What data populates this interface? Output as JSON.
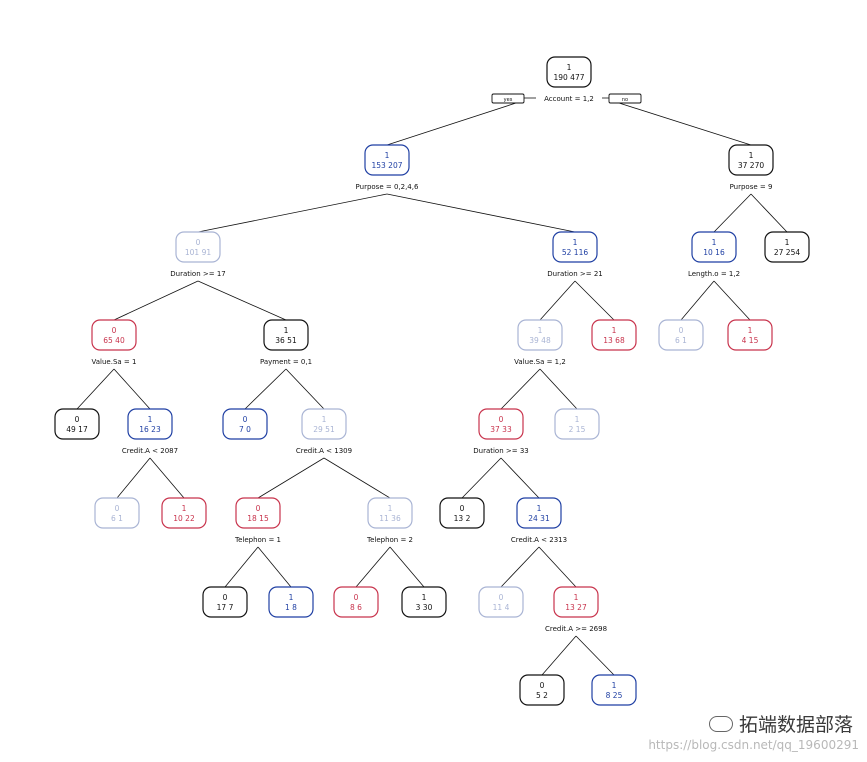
{
  "colors": {
    "black": "#111111",
    "blue": "#1f3fa3",
    "light": "#a9b4d4",
    "red": "#c8334c"
  },
  "tree": {
    "root_tags": {
      "yes": "yes",
      "no": "no"
    },
    "nodes": [
      {
        "id": "n1",
        "cls": "1",
        "counts": "190 477",
        "color": "black",
        "split": "Account = 1,2"
      },
      {
        "id": "n2",
        "cls": "1",
        "counts": "153 207",
        "color": "blue",
        "split": "Purpose = 0,2,4,6"
      },
      {
        "id": "n3",
        "cls": "1",
        "counts": "37 270",
        "color": "black",
        "split": "Purpose = 9"
      },
      {
        "id": "n4",
        "cls": "0",
        "counts": "101 91",
        "color": "light",
        "split": "Duration >= 17"
      },
      {
        "id": "n5",
        "cls": "1",
        "counts": "52 116",
        "color": "blue",
        "split": "Duration >= 21"
      },
      {
        "id": "n6",
        "cls": "1",
        "counts": "10 16",
        "color": "blue",
        "split": "Length.o = 1,2"
      },
      {
        "id": "n7",
        "cls": "1",
        "counts": "27 254",
        "color": "black",
        "split": ""
      },
      {
        "id": "n8",
        "cls": "0",
        "counts": "65 40",
        "color": "red",
        "split": "Value.Sa = 1"
      },
      {
        "id": "n9",
        "cls": "1",
        "counts": "36 51",
        "color": "black",
        "split": "Payment = 0,1"
      },
      {
        "id": "n10",
        "cls": "1",
        "counts": "39 48",
        "color": "light",
        "split": "Value.Sa = 1,2"
      },
      {
        "id": "n11",
        "cls": "1",
        "counts": "13 68",
        "color": "red",
        "split": ""
      },
      {
        "id": "n12",
        "cls": "0",
        "counts": "6 1",
        "color": "light",
        "split": ""
      },
      {
        "id": "n13",
        "cls": "1",
        "counts": "4 15",
        "color": "red",
        "split": ""
      },
      {
        "id": "n14",
        "cls": "0",
        "counts": "49 17",
        "color": "black",
        "split": ""
      },
      {
        "id": "n15",
        "cls": "1",
        "counts": "16 23",
        "color": "blue",
        "split": "Credit.A < 2087"
      },
      {
        "id": "n16",
        "cls": "0",
        "counts": "7 0",
        "color": "blue",
        "split": ""
      },
      {
        "id": "n17",
        "cls": "1",
        "counts": "29 51",
        "color": "light",
        "split": "Credit.A < 1309"
      },
      {
        "id": "n18",
        "cls": "0",
        "counts": "37 33",
        "color": "red",
        "split": "Duration >= 33"
      },
      {
        "id": "n19",
        "cls": "1",
        "counts": "2 15",
        "color": "light",
        "split": ""
      },
      {
        "id": "n20",
        "cls": "0",
        "counts": "6 1",
        "color": "light",
        "split": ""
      },
      {
        "id": "n21",
        "cls": "1",
        "counts": "10 22",
        "color": "red",
        "split": ""
      },
      {
        "id": "n22",
        "cls": "0",
        "counts": "18 15",
        "color": "red",
        "split": "Telephon = 1"
      },
      {
        "id": "n23",
        "cls": "1",
        "counts": "11 36",
        "color": "light",
        "split": "Telephon = 2"
      },
      {
        "id": "n24",
        "cls": "0",
        "counts": "13 2",
        "color": "black",
        "split": ""
      },
      {
        "id": "n25",
        "cls": "1",
        "counts": "24 31",
        "color": "blue",
        "split": "Credit.A < 2313"
      },
      {
        "id": "n26",
        "cls": "0",
        "counts": "17 7",
        "color": "black",
        "split": ""
      },
      {
        "id": "n27",
        "cls": "1",
        "counts": "1 8",
        "color": "blue",
        "split": ""
      },
      {
        "id": "n28",
        "cls": "0",
        "counts": "8 6",
        "color": "red",
        "split": ""
      },
      {
        "id": "n29",
        "cls": "1",
        "counts": "3 30",
        "color": "black",
        "split": ""
      },
      {
        "id": "n30",
        "cls": "0",
        "counts": "11 4",
        "color": "light",
        "split": ""
      },
      {
        "id": "n31",
        "cls": "1",
        "counts": "13 27",
        "color": "red",
        "split": "Credit.A >= 2698"
      },
      {
        "id": "n32",
        "cls": "0",
        "counts": "5 2",
        "color": "black",
        "split": ""
      },
      {
        "id": "n33",
        "cls": "1",
        "counts": "8 25",
        "color": "blue",
        "split": ""
      }
    ]
  },
  "watermark": {
    "brand": "拓端数据部落",
    "url": "https://blog.csdn.net/qq_19600291"
  }
}
